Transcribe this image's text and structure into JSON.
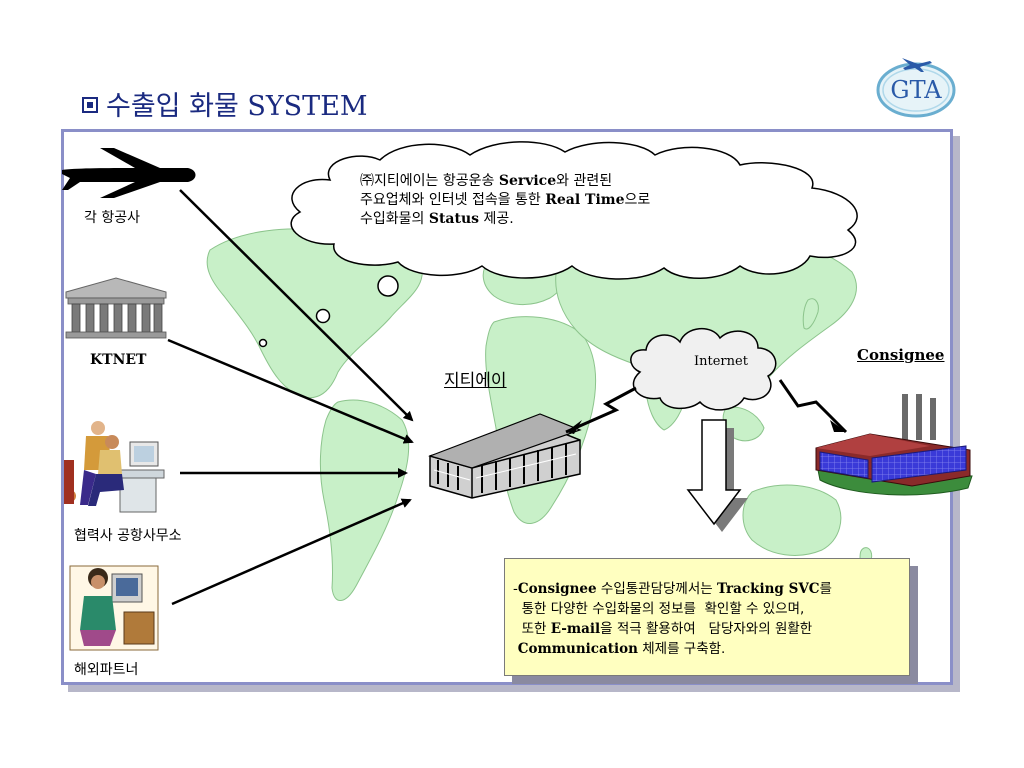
{
  "title": "수출입 화물 SYSTEM",
  "logo_text": "GTA",
  "cloud": {
    "line1_pre": "㈜지티에이는 항공운송 ",
    "line1_bold": "Service",
    "line1_post": "와 관련된",
    "line2_pre": "주요업체와  인터넷 접속을 통한 ",
    "line2_bold": "Real Time",
    "line2_post": "으로",
    "line3_pre": "수입화물의 ",
    "line3_bold": "Status",
    "line3_post": " 제공."
  },
  "nodes": {
    "airline": "각 항공사",
    "ktnet": "KTNET",
    "partner_office": "협력사 공항사무소",
    "overseas_partner": "해외파트너",
    "gta": "지티에이",
    "internet": "Internet",
    "consignee": "Consignee"
  },
  "info": {
    "l1_pre": "-",
    "l1_bold": "Consignee",
    "l1_mid": " 수입통관담당께서는  ",
    "l1_bold2": "Tracking SVC",
    "l1_post": "를",
    "l2": "  통한 다양한 수입화물의 정보를  확인할 수 있으며,",
    "l3_pre": "  또한 ",
    "l3_bold": "E-mail",
    "l3_post": "을 적극 활용하여   담당자와의 원활한",
    "l4_bold": " Communication",
    "l4_post": " 체제를 구축함."
  },
  "colors": {
    "title": "#1a2a80",
    "frame_border": "#8a8fc8",
    "map_land": "#c8f0c8",
    "info_bg": "#ffffc0",
    "factory_panel": "#3a3ad8",
    "factory_base": "#3c8c3c"
  }
}
